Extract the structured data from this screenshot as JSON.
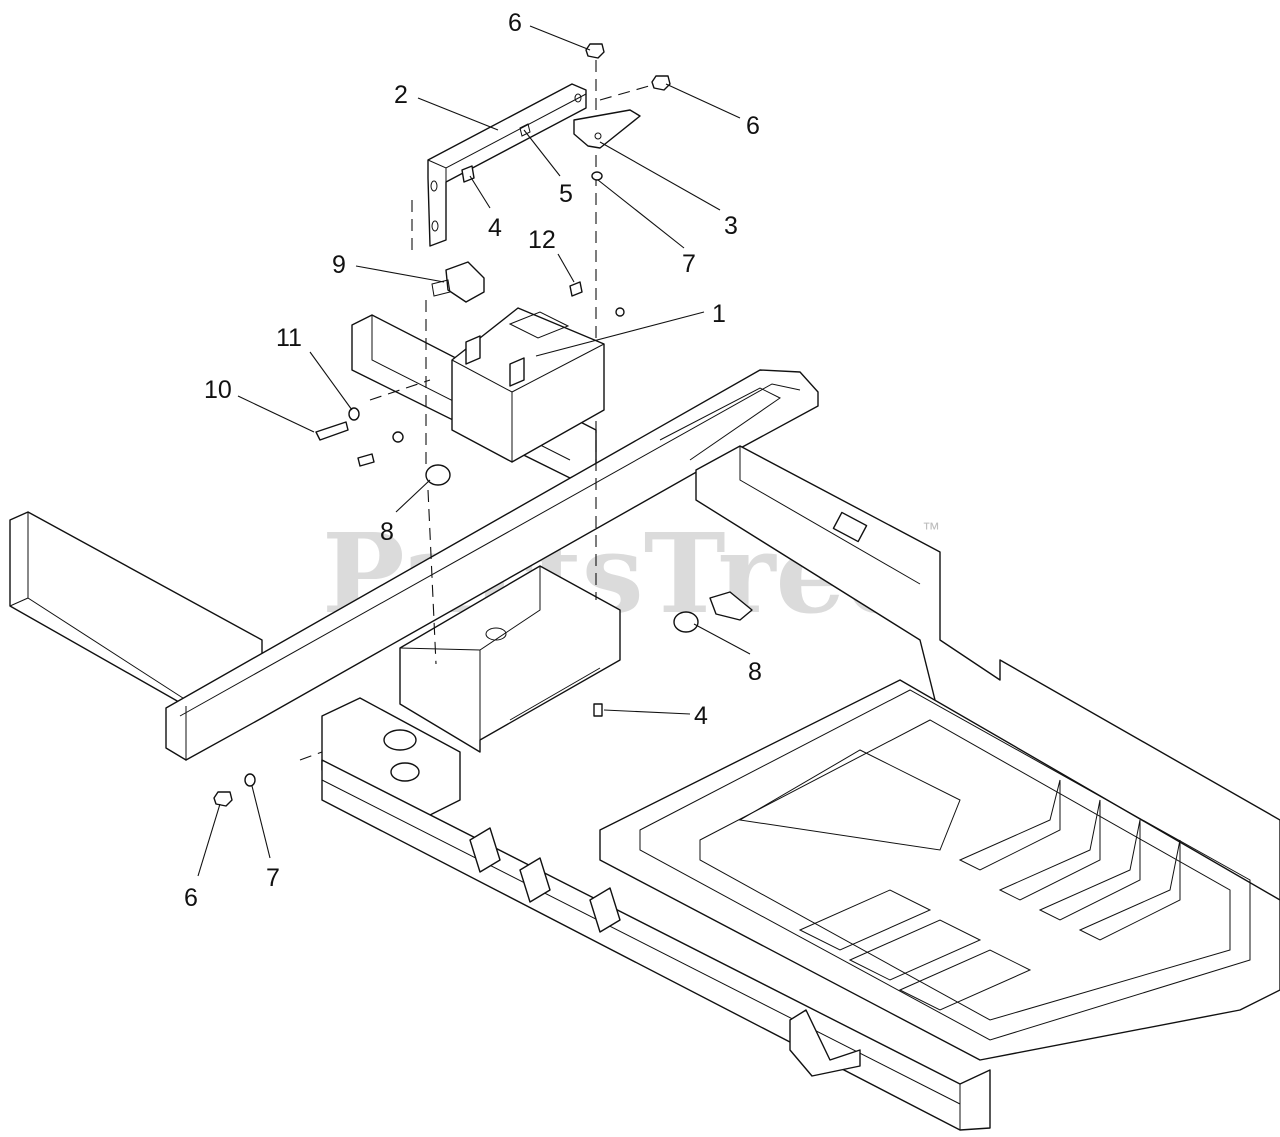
{
  "watermark": {
    "text": "PartsTree",
    "trademark": "™"
  },
  "callouts": [
    {
      "id": "c6a",
      "label": "6"
    },
    {
      "id": "c2",
      "label": "2"
    },
    {
      "id": "c6b",
      "label": "6"
    },
    {
      "id": "c5",
      "label": "5"
    },
    {
      "id": "c3",
      "label": "3"
    },
    {
      "id": "c4a",
      "label": "4"
    },
    {
      "id": "c7a",
      "label": "7"
    },
    {
      "id": "c12",
      "label": "12"
    },
    {
      "id": "c9",
      "label": "9"
    },
    {
      "id": "c1",
      "label": "1"
    },
    {
      "id": "c11",
      "label": "11"
    },
    {
      "id": "c10",
      "label": "10"
    },
    {
      "id": "c8a",
      "label": "8"
    },
    {
      "id": "c8b",
      "label": "8"
    },
    {
      "id": "c4b",
      "label": "4"
    },
    {
      "id": "c6c",
      "label": "6"
    },
    {
      "id": "c7b",
      "label": "7"
    }
  ]
}
